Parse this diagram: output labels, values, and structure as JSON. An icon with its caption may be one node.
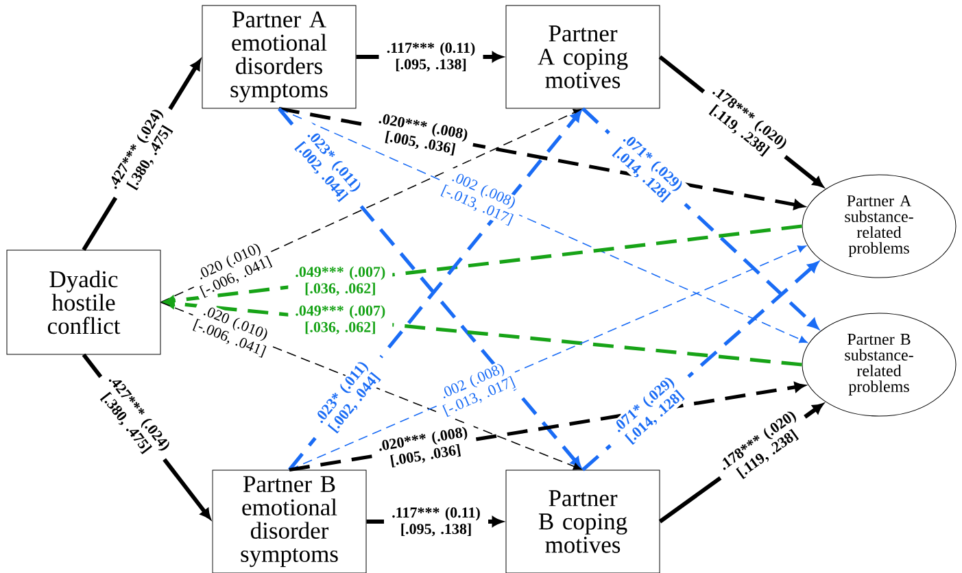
{
  "diagram": {
    "nodes": [
      {
        "text": [
          "Dyadic hostile conflict"
        ]
      },
      {
        "text": [
          "Partner A emotional disorders symptoms"
        ]
      },
      {
        "text": [
          "Partner A coping motives"
        ]
      },
      {
        "text": [
          "Partner A substance-related problems"
        ]
      },
      {
        "text": [
          "Partner B emotional disorder symptoms"
        ]
      },
      {
        "text": [
          "Partner B coping motives"
        ]
      },
      {
        "text": [
          "Partner B substance-related problems"
        ]
      }
    ],
    "edges": [
      {
        "from": 0,
        "to": 1,
        "arrow": "to",
        "label": ".427*** (.024) [.380, .475]"
      },
      {
        "from": 1,
        "to": 2,
        "arrow": "to",
        "label": ".117*** (0.11) [.095, .138]"
      },
      {
        "from": 2,
        "to": 3,
        "arrow": "to",
        "label": ".178*** (.020) [.119, .238]"
      },
      {
        "from": 0,
        "to": 4,
        "arrow": "to",
        "label": ".427*** (.024) [.380, .475]"
      },
      {
        "from": 4,
        "to": 5,
        "arrow": "to",
        "label": ".117*** (0.11) [.095, .138]"
      },
      {
        "from": 5,
        "to": 6,
        "arrow": "to",
        "label": ".178*** (.020) [.119, .238]"
      },
      {
        "from": 1,
        "to": 3,
        "arrow": "to",
        "style": "dashed",
        "label": ".020*** (.008) [.005, .036]"
      },
      {
        "from": 1,
        "to": 5,
        "arrow": "to",
        "style": "dashed",
        "color": "#1a6cf5",
        "label": ".023* (.011) [.002, .044]"
      },
      {
        "from": 1,
        "to": 6,
        "arrow": "to",
        "style": "dashed",
        "color": "#1a6cf5",
        "label": ".002 (.008) [-.013, .017]"
      },
      {
        "from": 0,
        "to": 2,
        "arrow": "to",
        "style": "dashed",
        "label": ".020 (.010) [-.006, .041]"
      },
      {
        "from": 2,
        "to": 6,
        "arrow": "to",
        "style": "dashed",
        "color": "#1a6cf5",
        "label": ".071* (.029) [.014, .128]"
      },
      {
        "from": 3,
        "to": 0,
        "arrow": "to",
        "style": "dashed",
        "color": "#17a317",
        "label": ".049*** (.007) [.036, .062]"
      },
      {
        "from": 6,
        "to": 0,
        "arrow": "to",
        "style": "dashed",
        "color": "#17a317",
        "label": ".049*** (.007) [.036, .062]"
      },
      {
        "from": 0,
        "to": 5,
        "arrow": "to",
        "style": "dashed",
        "label": ".020 (.010) [-.006, .041]"
      },
      {
        "from": 4,
        "to": 2,
        "arrow": "to",
        "style": "dashed",
        "color": "#1a6cf5",
        "label": ".023* (.011) [.002, .044]"
      },
      {
        "from": 4,
        "to": 3,
        "arrow": "to",
        "style": "dashed",
        "color": "#1a6cf5",
        "label": ".002 (.008) [-.013, .017]"
      },
      {
        "from": 5,
        "to": 3,
        "arrow": "to",
        "style": "dashed",
        "color": "#1a6cf5",
        "label": ".071* (.029) [.014, .128]"
      },
      {
        "from": 4,
        "to": 6,
        "arrow": "to",
        "style": "dashed",
        "label": ".020*** (.008) [.005, .036]"
      }
    ]
  }
}
